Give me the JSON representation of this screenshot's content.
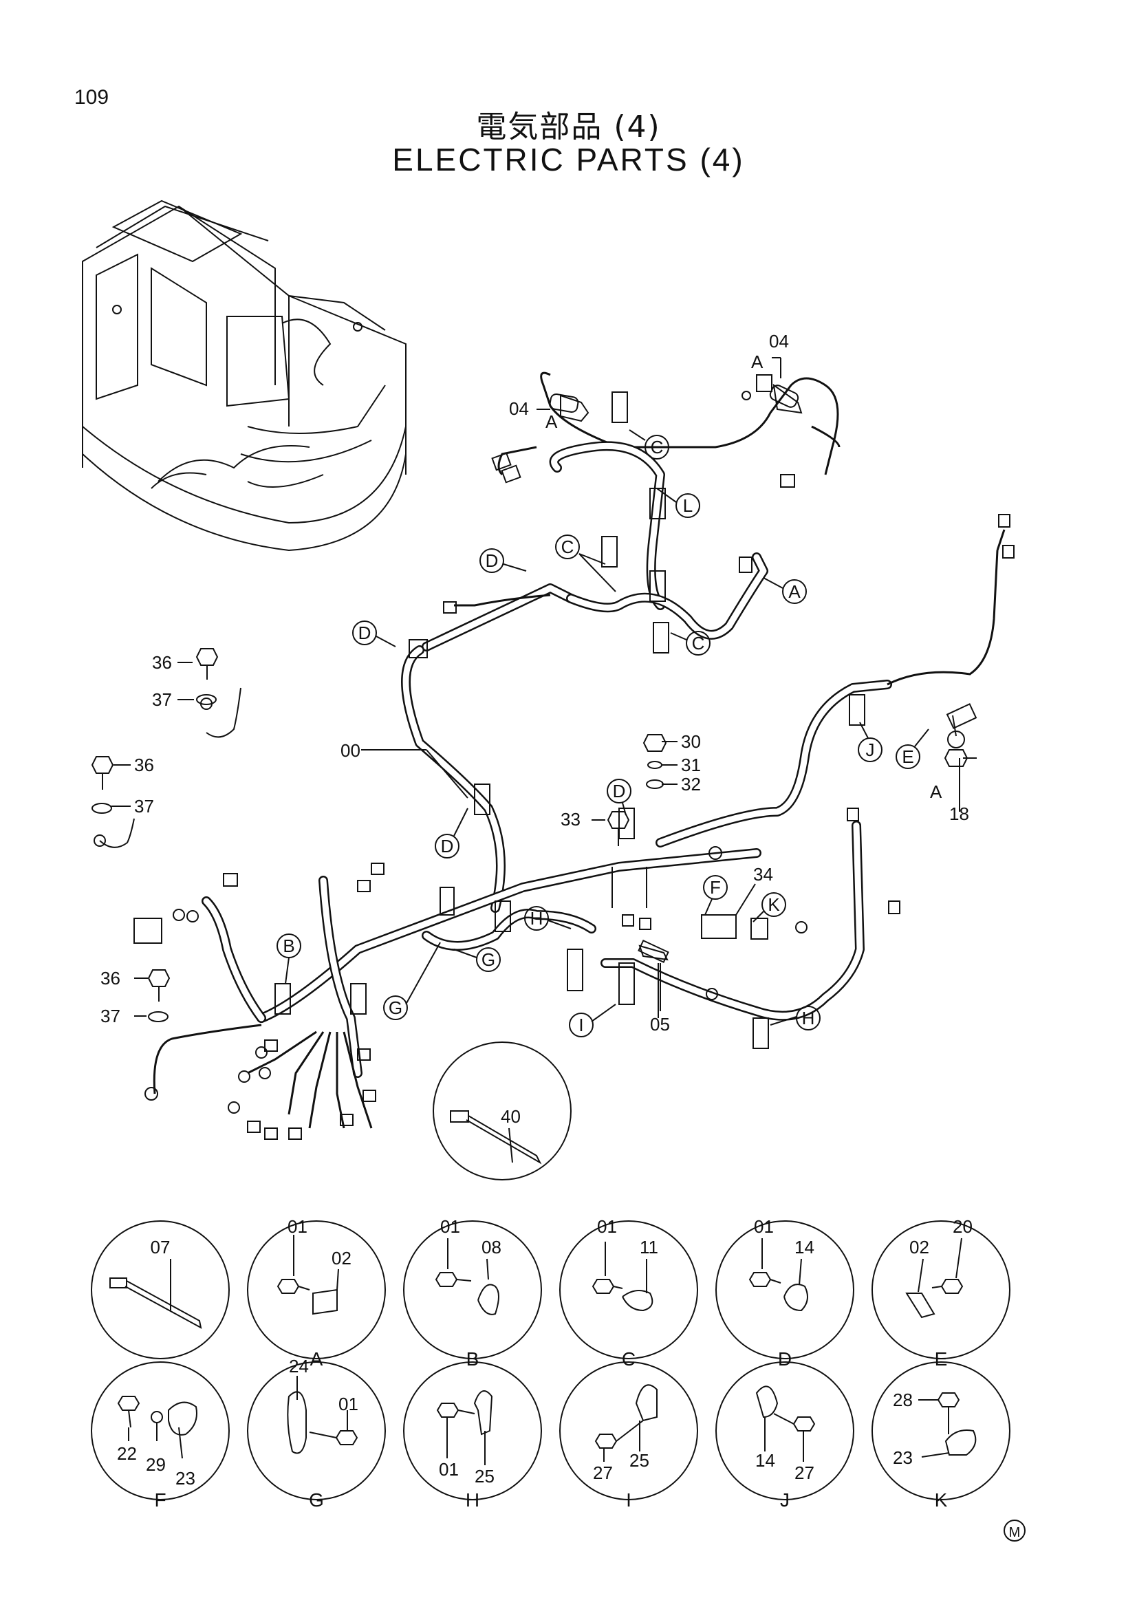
{
  "page": {
    "number": "109",
    "title_jp": "電気部品 (4)",
    "title_en": "ELECTRIC PARTS (4)"
  },
  "callouts": [
    "A",
    "C",
    "C",
    "C",
    "D",
    "D",
    "D",
    "D",
    "E",
    "F",
    "G",
    "G",
    "H",
    "H",
    "I",
    "J",
    "K",
    "L",
    "B"
  ],
  "part_labels": {
    "p00": "00",
    "p04a": "04",
    "p04b": "04",
    "a1": "A",
    "a2": "A",
    "a3": "A",
    "p36a": "36",
    "p37a": "37",
    "p36b": "36",
    "p37b": "37",
    "p36c": "36",
    "p37c": "37",
    "p30": "30",
    "p31": "31",
    "p32": "32",
    "p33": "33",
    "p34": "34",
    "p18": "18",
    "p05": "05",
    "p40": "40"
  },
  "details": [
    {
      "letter": "",
      "parts": [
        "07"
      ]
    },
    {
      "letter": "A",
      "parts": [
        "01",
        "02"
      ]
    },
    {
      "letter": "B",
      "parts": [
        "01",
        "08"
      ]
    },
    {
      "letter": "C",
      "parts": [
        "01",
        "11"
      ]
    },
    {
      "letter": "D",
      "parts": [
        "01",
        "14"
      ]
    },
    {
      "letter": "E",
      "parts": [
        "02",
        "20"
      ]
    },
    {
      "letter": "F",
      "parts": [
        "22",
        "29",
        "23"
      ]
    },
    {
      "letter": "G",
      "parts": [
        "24",
        "01"
      ]
    },
    {
      "letter": "H",
      "parts": [
        "01",
        "25"
      ]
    },
    {
      "letter": "I",
      "parts": [
        "27",
        "25"
      ]
    },
    {
      "letter": "J",
      "parts": [
        "14",
        "27"
      ]
    },
    {
      "letter": "K",
      "parts": [
        "28",
        "23"
      ]
    }
  ],
  "mark": "M"
}
